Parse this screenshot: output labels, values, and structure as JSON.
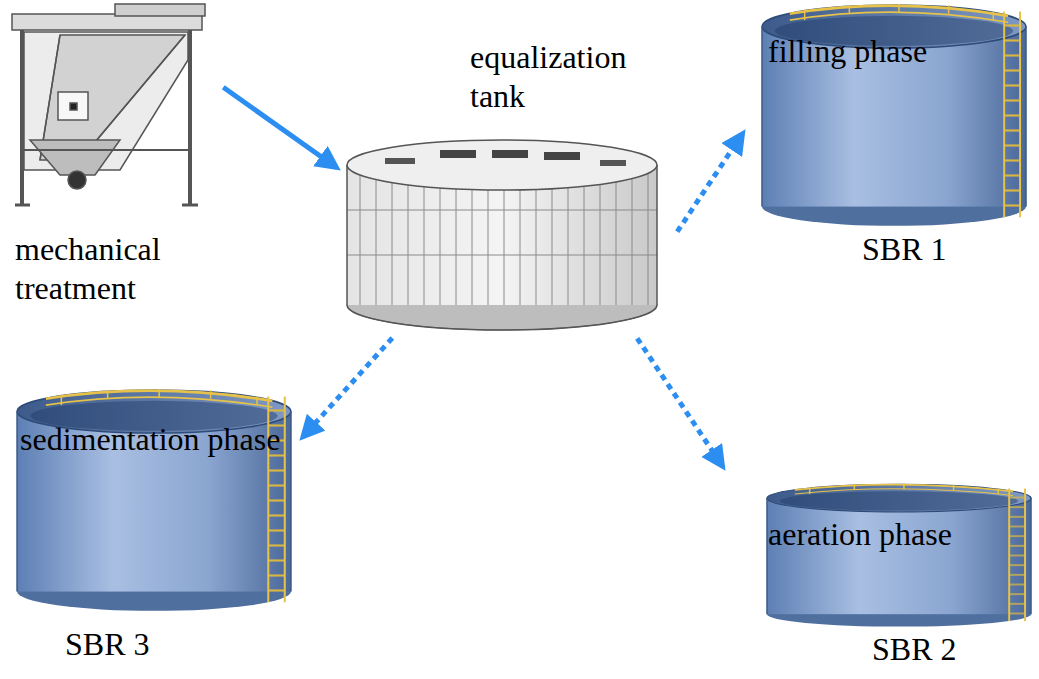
{
  "diagram": {
    "nodes": [
      {
        "text": [
          "mechanical treatment"
        ]
      },
      {
        "text": [
          "equalization tank"
        ]
      },
      {
        "text": [
          "filling phase",
          "SBR 1"
        ]
      },
      {
        "text": [
          "aeration phase",
          "SBR 2"
        ]
      },
      {
        "text": [
          "sedimentation phase",
          "SBR 3"
        ]
      }
    ],
    "edges": [
      {
        "from": 0,
        "to": 1,
        "arrow": "to"
      },
      {
        "from": 1,
        "to": 2,
        "arrow": "to"
      },
      {
        "from": 1,
        "to": 3,
        "arrow": "to"
      },
      {
        "from": 1,
        "to": 4,
        "arrow": "to"
      }
    ]
  }
}
